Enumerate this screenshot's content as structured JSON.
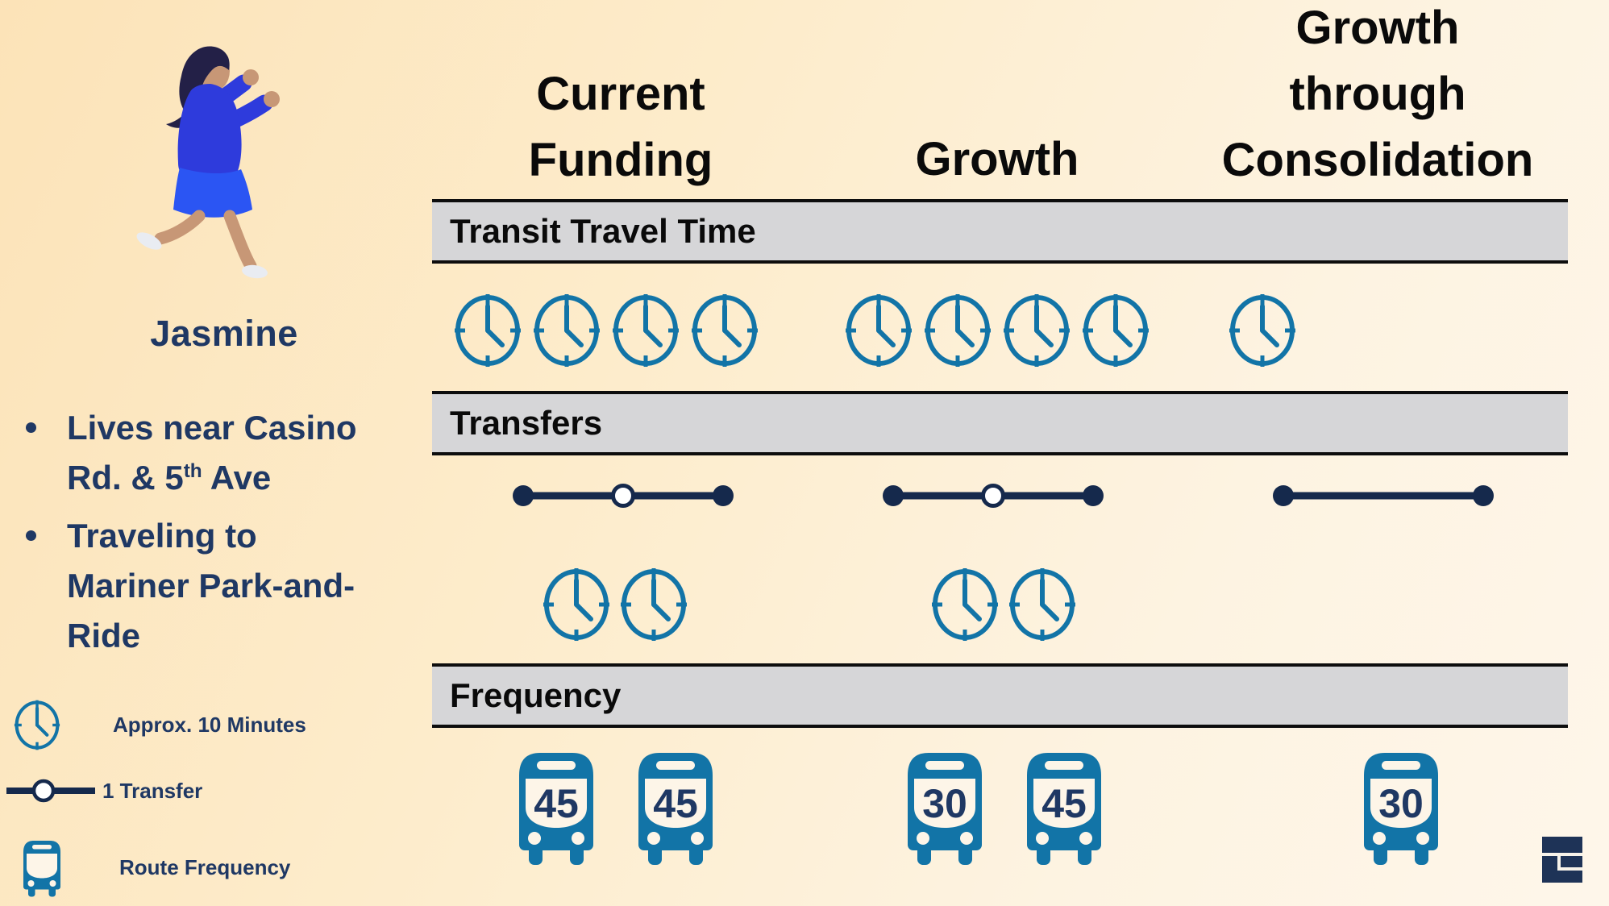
{
  "persona": {
    "name": "Jasmine",
    "bullets": [
      {
        "lines": [
          [
            {
              "t": "Lives near Casino"
            }
          ],
          [
            {
              "t": "Rd. & 5"
            },
            {
              "t": "th",
              "sup": true
            },
            {
              "t": " Ave"
            }
          ]
        ]
      },
      {
        "lines": [
          [
            {
              "t": "Traveling to"
            }
          ],
          [
            {
              "t": "Mariner Park-and-"
            }
          ],
          [
            {
              "t": "Ride"
            }
          ]
        ]
      }
    ]
  },
  "legend": {
    "items": [
      {
        "icon": "clock-icon",
        "label": "Approx. 10 Minutes"
      },
      {
        "icon": "transfer-icon",
        "label": "1 Transfer"
      },
      {
        "icon": "bus-icon",
        "label": "Route Frequency"
      }
    ]
  },
  "sections": [
    {
      "label": "Transit Travel Time"
    },
    {
      "label": "Transfers"
    },
    {
      "label": "Frequency"
    }
  ],
  "scenarios": [
    {
      "title_lines": [
        "Current",
        "Funding"
      ],
      "travel_time_clocks": 4,
      "transfers": 1,
      "wait_clocks": 2,
      "bus_headways": [
        "45",
        "45"
      ]
    },
    {
      "title_lines": [
        "Growth"
      ],
      "travel_time_clocks": 4,
      "transfers": 1,
      "wait_clocks": 2,
      "bus_headways": [
        "30",
        "45"
      ]
    },
    {
      "title_lines": [
        "Growth",
        "through",
        "Consolidation"
      ],
      "travel_time_clocks": 1,
      "transfers": 0,
      "wait_clocks": 0,
      "bus_headways": [
        "30"
      ]
    }
  ],
  "colors": {
    "icon_blue": "#1274a7",
    "navy_text": "#1f3864",
    "transfer_navy": "#15294c",
    "bar_gray": "#d6d6d8",
    "background_top_left": "#fce3b8",
    "background_bottom_right": "#fef6ea",
    "logo_navy": "#1e3357"
  }
}
